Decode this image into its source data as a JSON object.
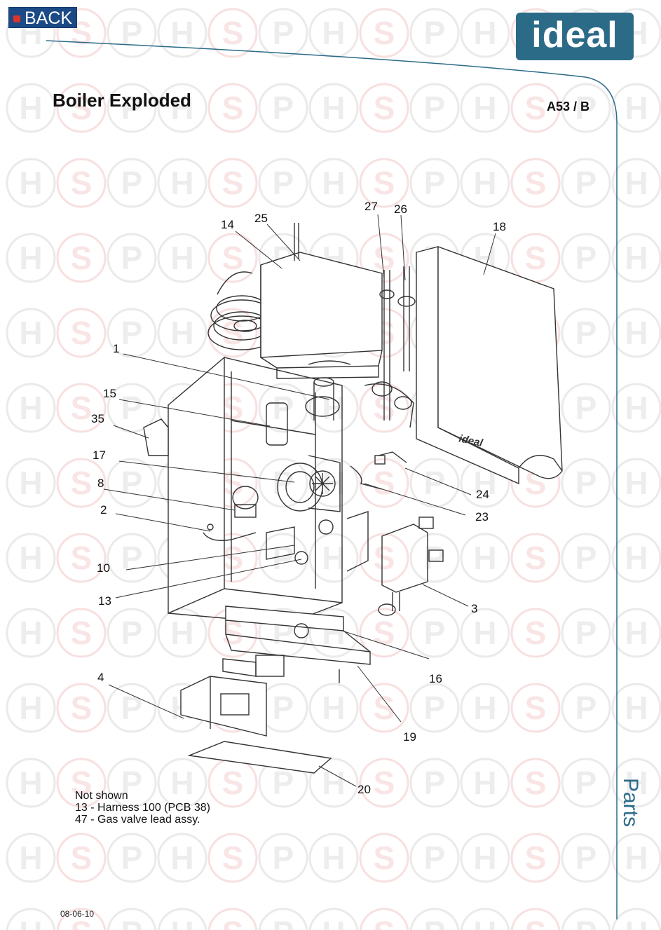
{
  "nav": {
    "back_label": "BACK"
  },
  "brand": {
    "logo_text": "ideal",
    "color": "#2c6b88"
  },
  "header": {
    "title": "Boiler Exploded",
    "ref": "A53 / B"
  },
  "side_tab": {
    "label": "Parts"
  },
  "notes": {
    "heading": "Not shown",
    "items": [
      "13 - Harness 100 (PCB 38)",
      "47 - Gas valve lead assy."
    ]
  },
  "footer": {
    "date": "08-06-10"
  },
  "casing_brand": "ideal",
  "part_labels": {
    "p14": "14",
    "p25": "25",
    "p27": "27",
    "p26": "26",
    "p18": "18",
    "p1": "1",
    "p15": "15",
    "p35": "35",
    "p17": "17",
    "p8": "8",
    "p2": "2",
    "p10": "10",
    "p13": "13",
    "p24": "24",
    "p23": "23",
    "p3": "3",
    "p16": "16",
    "p4": "4",
    "p19": "19",
    "p20": "20"
  },
  "watermark": {
    "letters": [
      "H",
      "S",
      "P"
    ],
    "colors": [
      "#d8d8d8",
      "#f2c6c6",
      "#d8d8d8"
    ]
  }
}
